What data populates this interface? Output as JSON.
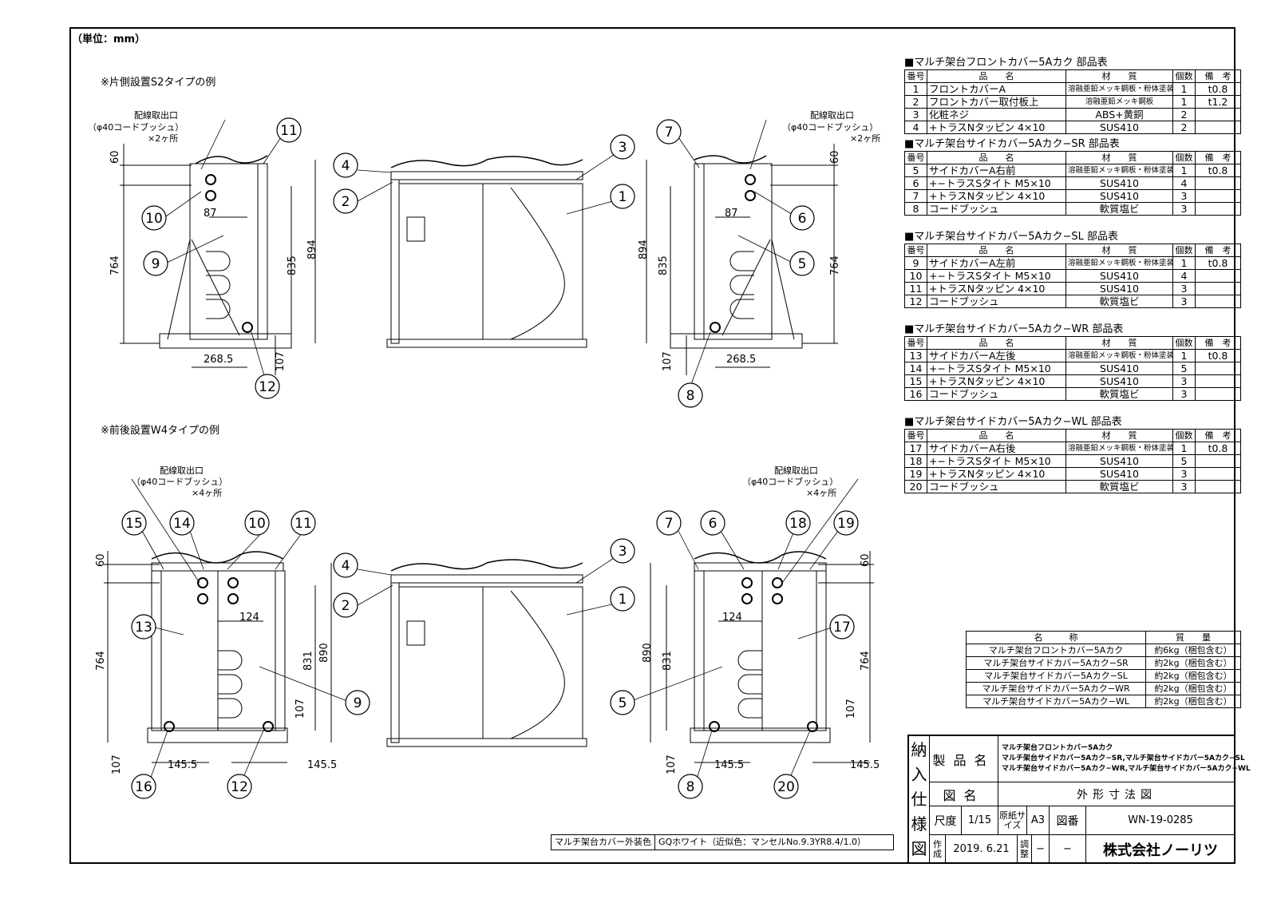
{
  "unit_label": "（単位：mm）",
  "section_s2": "※片側設置S2タイプの例",
  "section_w4": "※前後設置W4タイプの例",
  "callouts": {
    "outlet": "配線取出口",
    "bush_x2": "（φ40コードブッシュ）",
    "count_x2": "×2ヶ所",
    "count_x4": "×4ヶ所"
  },
  "dims": {
    "d60": "60",
    "d87": "87",
    "d764": "764",
    "d835": "835",
    "d894": "894",
    "d268": "268.5",
    "d107": "107",
    "d124": "124",
    "d831": "831",
    "d890": "890",
    "d145": "145.5"
  },
  "balloons": [
    "1",
    "2",
    "3",
    "4",
    "5",
    "6",
    "7",
    "8",
    "9",
    "10",
    "11",
    "12",
    "13",
    "14",
    "15",
    "16",
    "17",
    "18",
    "19",
    "20"
  ],
  "part_tables": [
    {
      "title": "■マルチ架台フロントカバー5Aカク 部品表",
      "header": [
        "番号",
        "品　　名",
        "材　　質",
        "個数",
        "備　考"
      ],
      "rows": [
        [
          "1",
          "フロントカバーA",
          "溶融亜鉛メッキ鋼板・粉体塗装",
          "1",
          "t0.8"
        ],
        [
          "2",
          "フロントカバー取付板上",
          "溶融亜鉛メッキ鋼板",
          "1",
          "t1.2"
        ],
        [
          "3",
          "化粧ネジ",
          "ABS+黄銅",
          "2",
          ""
        ],
        [
          "4",
          "+トラスNタッピン 4×10",
          "SUS410",
          "2",
          ""
        ]
      ]
    },
    {
      "title": "■マルチ架台サイドカバー5Aカク−SR 部品表",
      "header": [
        "番号",
        "品　　名",
        "材　　質",
        "個数",
        "備　考"
      ],
      "rows": [
        [
          "5",
          "サイドカバーA右前",
          "溶融亜鉛メッキ鋼板・粉体塗装",
          "1",
          "t0.8"
        ],
        [
          "6",
          "+−トラスSタイト M5×10",
          "SUS410",
          "4",
          ""
        ],
        [
          "7",
          "+トラスNタッピン 4×10",
          "SUS410",
          "3",
          ""
        ],
        [
          "8",
          "コードブッシュ",
          "軟質塩ビ",
          "3",
          ""
        ]
      ]
    },
    {
      "title": "■マルチ架台サイドカバー5Aカク−SL 部品表",
      "header": [
        "番号",
        "品　　名",
        "材　　質",
        "個数",
        "備　考"
      ],
      "rows": [
        [
          "9",
          "サイドカバーA左前",
          "溶融亜鉛メッキ鋼板・粉体塗装",
          "1",
          "t0.8"
        ],
        [
          "10",
          "+−トラスSタイト M5×10",
          "SUS410",
          "4",
          ""
        ],
        [
          "11",
          "+トラスNタッピン 4×10",
          "SUS410",
          "3",
          ""
        ],
        [
          "12",
          "コードブッシュ",
          "軟質塩ビ",
          "3",
          ""
        ]
      ]
    },
    {
      "title": "■マルチ架台サイドカバー5Aカク−WR 部品表",
      "header": [
        "番号",
        "品　　名",
        "材　　質",
        "個数",
        "備　考"
      ],
      "rows": [
        [
          "13",
          "サイドカバーA左後",
          "溶融亜鉛メッキ鋼板・粉体塗装",
          "1",
          "t0.8"
        ],
        [
          "14",
          "+−トラスSタイト M5×10",
          "SUS410",
          "5",
          ""
        ],
        [
          "15",
          "+トラスNタッピン 4×10",
          "SUS410",
          "3",
          ""
        ],
        [
          "16",
          "コードブッシュ",
          "軟質塩ビ",
          "3",
          ""
        ]
      ]
    },
    {
      "title": "■マルチ架台サイドカバー5Aカク−WL 部品表",
      "header": [
        "番号",
        "品　　名",
        "材　　質",
        "個数",
        "備　考"
      ],
      "rows": [
        [
          "17",
          "サイドカバーA右後",
          "溶融亜鉛メッキ鋼板・粉体塗装",
          "1",
          "t0.8"
        ],
        [
          "18",
          "+−トラスSタイト M5×10",
          "SUS410",
          "5",
          ""
        ],
        [
          "19",
          "+トラスNタッピン 4×10",
          "SUS410",
          "3",
          ""
        ],
        [
          "20",
          "コードブッシュ",
          "軟質塩ビ",
          "3",
          ""
        ]
      ]
    }
  ],
  "weight_table": {
    "header": [
      "名　　　称",
      "質　　量"
    ],
    "rows": [
      [
        "マルチ架台フロントカバー5Aカク",
        "約6kg（梱包含む）"
      ],
      [
        "マルチ架台サイドカバー5Aカク−SR",
        "約2kg（梱包含む）"
      ],
      [
        "マルチ架台サイドカバー5Aカク−SL",
        "約2kg（梱包含む）"
      ],
      [
        "マルチ架台サイドカバー5Aカク−WR",
        "約2kg（梱包含む）"
      ],
      [
        "マルチ架台サイドカバー5Aカク−WL",
        "約2kg（梱包含む）"
      ]
    ]
  },
  "color_note": {
    "label": "マルチ架台カバー外装色",
    "value": "GQホワイト（近似色：マンセルNo.9.3YR8.4/1.0）"
  },
  "title_block": {
    "side_label": [
      "納",
      "入",
      "仕",
      "様",
      "図"
    ],
    "product_label": "製品名",
    "product_lines": [
      "マルチ架台フロントカバー5Aカク",
      "マルチ架台サイドカバー5Aカク−SR,マルチ架台サイドカバー5Aカク−SL",
      "マルチ架台サイドカバー5Aカク−WR,マルチ架台サイドカバー5Aカク−WL"
    ],
    "drawing_label": "図名",
    "drawing_name": "外形寸法図",
    "scale_label": "尺度",
    "scale": "1/15",
    "paper_label": "原紙サイズ",
    "paper": "A3",
    "number_label": "図番",
    "number": "WN-19-0285",
    "made_label": "作成",
    "made_date": "2019. 6.21",
    "adjust_label": "調整",
    "adjust_value": "−",
    "adjust_value2": "−",
    "company": "株式会社ノーリツ"
  }
}
